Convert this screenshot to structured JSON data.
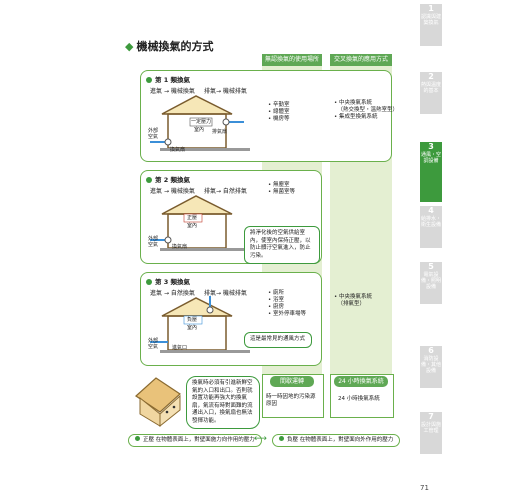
{
  "title": "機械換氣的方式",
  "columns": {
    "col1": "無認換氣的使用場所",
    "col2": "交叉換氣的應用方式"
  },
  "panels": [
    {
      "heading": "第 1 類換氣",
      "flow": [
        "進氣",
        "→ 機械換氣",
        "排氣",
        "→ 機械排氣"
      ],
      "labels": {
        "machine": "一定壓力",
        "room": "室內",
        "outlet": "排氣扇",
        "outside": "外部空氣",
        "inlet": "換氣扇"
      },
      "uses": [
        "辛勤室",
        "總體室",
        "機房等"
      ],
      "apps": [
        "中央換氣系統",
        "（熱交換型・溫熱室型）",
        "集成型換氣系統"
      ]
    },
    {
      "heading": "第 2 類換氣",
      "flow": [
        "進氣",
        "→ 機械換氣",
        "排氣",
        "→ 自然排氣"
      ],
      "labels": {
        "room_a": "正壓",
        "room": "室內",
        "outside": "外部空氣",
        "inlet": "換氣扇"
      },
      "note": "將淨化後的空氣供給室內，使室內保持正壓，以防止髒汙空氣進入，防止污染。",
      "uses": [
        "無塵室",
        "無菌室等"
      ],
      "apps": []
    },
    {
      "heading": "第 3 類換氣",
      "flow": [
        "進氣",
        "→ 自然換氣",
        "排氣",
        "→ 機械排氣"
      ],
      "labels": {
        "room_a": "負壓",
        "room": "室內",
        "outside": "外部空氣",
        "inlet": "進氣口"
      },
      "note": "這是最常見的通風方式",
      "uses": [
        "廁所",
        "浴室",
        "廚房",
        "室外停車場等"
      ],
      "apps": [
        "中央換氣系統",
        "（排氣型）"
      ]
    }
  ],
  "bottom": {
    "col1_hdr": "間歇運轉",
    "col1_text": "時一時因地的污染源原因",
    "col2_hdr": "24 小時換氣系統",
    "col2_text": "24 小時換氣系統",
    "bubble": "換氣時必須有引進新鮮空氣的入口和出口。否則就設置功能再強大的換氣扇，氣流有時對面難的流通出入口，換氣扇也無法發揮功能。",
    "pill_left": "正壓  在物體表面上，對壁面施力向作用的壓力",
    "pill_right": "負壓  在物體表面上，對壁面向外作用的壓力"
  },
  "sidebar": [
    {
      "num": "1",
      "text": "認識與建築換氣"
    },
    {
      "num": "2",
      "text": "熱與溫度的基本"
    },
    {
      "num": "3",
      "text": "通風・空調設備"
    },
    {
      "num": "4",
      "text": "給排水・衛生設備"
    },
    {
      "num": "5",
      "text": "電氣設備・照明設備"
    },
    {
      "num": "6",
      "text": "消防設備・其他設備"
    },
    {
      "num": "7",
      "text": "設計與施工管理"
    }
  ],
  "page_number": "71"
}
